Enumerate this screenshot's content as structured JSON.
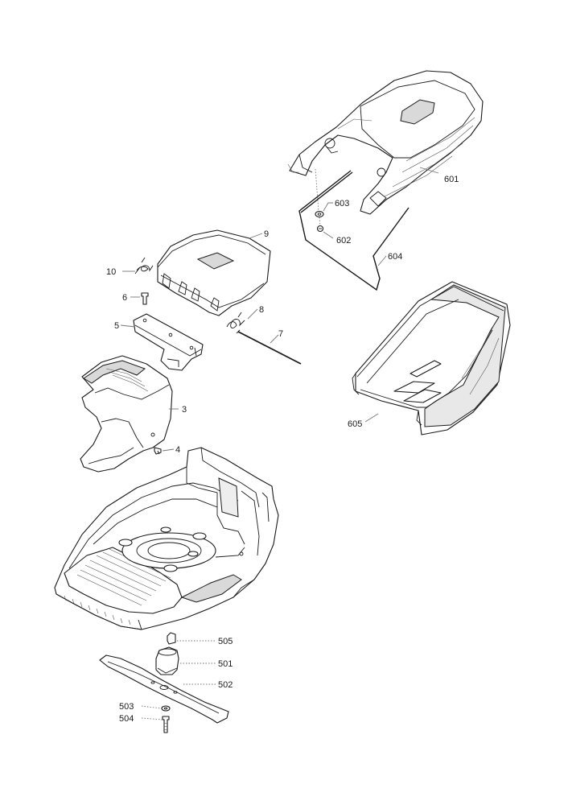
{
  "callouts": {
    "c601": "601",
    "c603": "603",
    "c602": "602",
    "c604": "604",
    "c9": "9",
    "c10": "10",
    "c6": "6",
    "c8": "8",
    "c5": "5",
    "c7": "7",
    "c605": "605",
    "c3": "3",
    "c4": "4",
    "c505": "505",
    "c501": "501",
    "c502": "502",
    "c503": "503",
    "c504": "504"
  }
}
